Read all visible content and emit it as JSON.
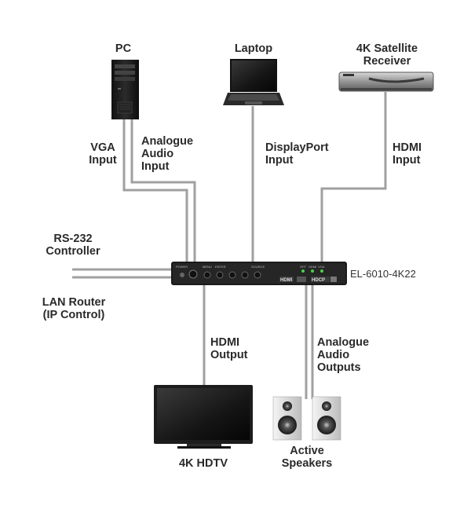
{
  "devices": {
    "pc": "PC",
    "laptop": "Laptop",
    "satellite": [
      "4K Satellite",
      "Receiver"
    ],
    "rs232": [
      "RS-232",
      "Controller"
    ],
    "lan": [
      "LAN Router",
      "(IP Control)"
    ],
    "hdtv": "4K HDTV",
    "speakers": [
      "Active",
      "Speakers"
    ]
  },
  "connections": {
    "vga": [
      "VGA",
      "Input"
    ],
    "analogue_audio_in": [
      "Analogue",
      "Audio",
      "Input"
    ],
    "displayport": [
      "DisplayPort",
      "Input"
    ],
    "hdmi_in": [
      "HDMI",
      "Input"
    ],
    "hdmi_out": [
      "HDMI",
      "Output"
    ],
    "analogue_audio_out": [
      "Analogue",
      "Audio",
      "Outputs"
    ]
  },
  "unit": {
    "model": "EL-6010-4K22",
    "front_labels": [
      "POWER",
      "MENU",
      "ENTER",
      "SOURCE",
      "OFF",
      "HDMI",
      "VGA"
    ],
    "logo_hdmi": "HDMI",
    "logo_hdcp": "HDCP"
  }
}
